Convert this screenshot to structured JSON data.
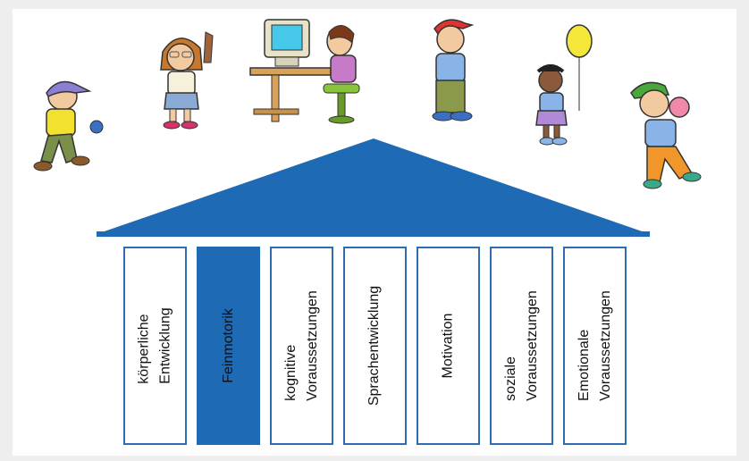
{
  "pillars": [
    {
      "line1": "körperliche",
      "line2": "Entwicklung",
      "active": false
    },
    {
      "line1": "Feinmotorik",
      "line2": "",
      "active": true
    },
    {
      "line1": "kognitive",
      "line2": "Voraussetzungen",
      "active": false
    },
    {
      "line1": "Sprachentwicklung",
      "line2": "",
      "active": false
    },
    {
      "line1": "Motivation",
      "line2": "",
      "active": false
    },
    {
      "line1": "soziale",
      "line2": "Voraussetzungen",
      "active": false
    },
    {
      "line1": "Emotionale",
      "line2": "Voraussetzungen",
      "active": false
    }
  ],
  "colors": {
    "roof": "#1e6ab4",
    "pillar_border": "#2e6db0",
    "pillar_active": "#1e6ab4"
  }
}
